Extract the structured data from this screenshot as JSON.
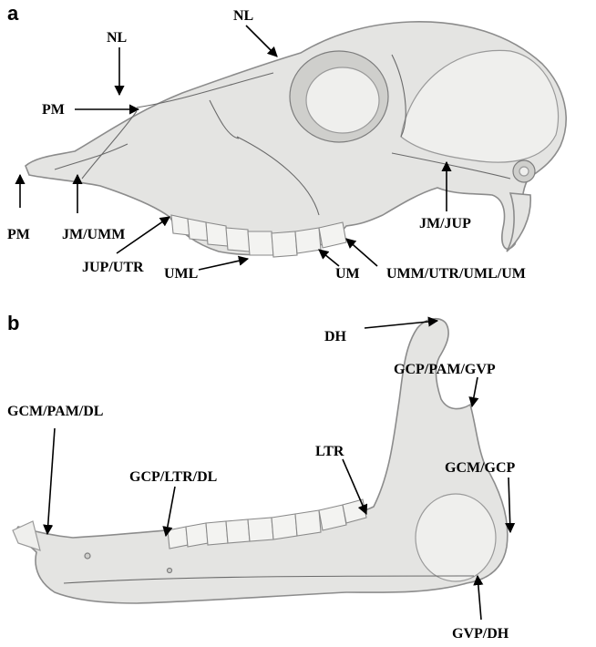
{
  "panels": [
    {
      "letter": "a"
    },
    {
      "letter": "b"
    }
  ],
  "labels_a": {
    "nl_top": "NL",
    "nl_left": "NL",
    "pm_upper": "PM",
    "pm_lower": "PM",
    "jm_umm": "JM/UMM",
    "jup_utr": "JUP/UTR",
    "uml": "UML",
    "um": "UM",
    "umm_utr_uml_um": "UMM/UTR/UML/UM",
    "jm_jup": "JM/JUP"
  },
  "labels_b": {
    "dh": "DH",
    "gcp_pam_gvp": "GCP/PAM/GVP",
    "gcm_pam_dl": "GCM/PAM/DL",
    "ltr": "LTR",
    "gcp_ltr_dl": "GCP/LTR/DL",
    "gcm_gcp": "GCM/GCP",
    "gvp_dh": "GVP/DH"
  }
}
